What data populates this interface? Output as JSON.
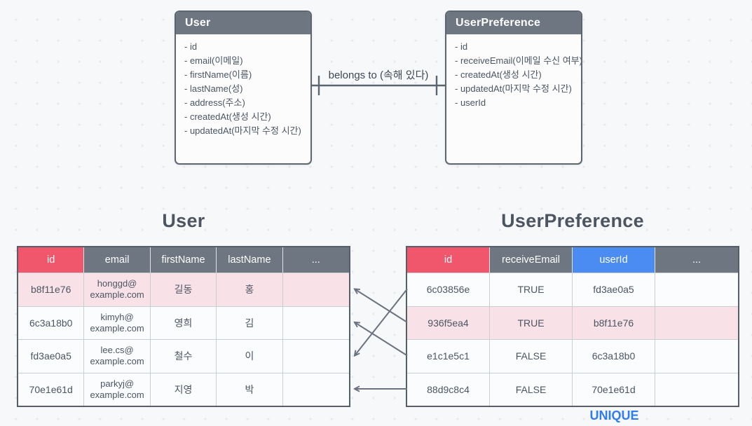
{
  "erd": {
    "user": {
      "title": "User",
      "fields": [
        "id",
        "email(이메일)",
        "firstName(이름)",
        "lastName(성)",
        "address(주소)",
        "createdAt(생성 시간)",
        "updatedAt(마지막 수정 시간)"
      ]
    },
    "user_preference": {
      "title": "UserPreference",
      "fields": [
        "id",
        "receiveEmail(이메일 수신 여부)",
        "createdAt(생성 시간)",
        "updatedAt(마지막 수정 시간)",
        "userId"
      ]
    },
    "relation_label": "belongs to (속해 있다)"
  },
  "tables": {
    "user": {
      "title": "User",
      "columns": [
        {
          "label": "id",
          "accent": "red"
        },
        {
          "label": "email",
          "accent": "gray"
        },
        {
          "label": "firstName",
          "accent": "gray"
        },
        {
          "label": "lastName",
          "accent": "gray"
        },
        {
          "label": "...",
          "accent": "gray"
        }
      ],
      "rows": [
        {
          "cells": [
            "b8f11e76",
            "honggd@example.com",
            "길동",
            "홍",
            ""
          ],
          "highlighted": true
        },
        {
          "cells": [
            "6c3a18b0",
            "kimyh@example.com",
            "영희",
            "김",
            ""
          ],
          "highlighted": false
        },
        {
          "cells": [
            "fd3ae0a5",
            "lee.cs@example.com",
            "철수",
            "이",
            ""
          ],
          "highlighted": false
        },
        {
          "cells": [
            "70e1e61d",
            "parkyj@example.com",
            "지영",
            "박",
            ""
          ],
          "highlighted": false
        }
      ]
    },
    "user_preference": {
      "title": "UserPreference",
      "columns": [
        {
          "label": "id",
          "accent": "red"
        },
        {
          "label": "receiveEmail",
          "accent": "gray"
        },
        {
          "label": "userId",
          "accent": "blue"
        },
        {
          "label": "...",
          "accent": "gray"
        }
      ],
      "rows": [
        {
          "cells": [
            "6c03856e",
            "TRUE",
            "fd3ae0a5",
            ""
          ],
          "highlighted": false
        },
        {
          "cells": [
            "936f5ea4",
            "TRUE",
            "b8f11e76",
            ""
          ],
          "highlighted": true
        },
        {
          "cells": [
            "e1c1e5c1",
            "FALSE",
            "6c3a18b0",
            ""
          ],
          "highlighted": false
        },
        {
          "cells": [
            "88d9c8c4",
            "FALSE",
            "70e1e61d",
            ""
          ],
          "highlighted": false
        }
      ],
      "unique_label": "UNIQUE"
    }
  },
  "relationships": [
    {
      "from_pref_row": 0,
      "to_user_row": 2
    },
    {
      "from_pref_row": 1,
      "to_user_row": 0
    },
    {
      "from_pref_row": 2,
      "to_user_row": 1
    },
    {
      "from_pref_row": 3,
      "to_user_row": 3
    }
  ],
  "colors": {
    "accent_red": "#F0566C",
    "accent_gray": "#6E7681",
    "accent_blue": "#4A8CF2",
    "highlight_pink": "#F9E2E7",
    "unique_blue": "#2E7CF6",
    "arrow_gray": "#6A7280"
  }
}
